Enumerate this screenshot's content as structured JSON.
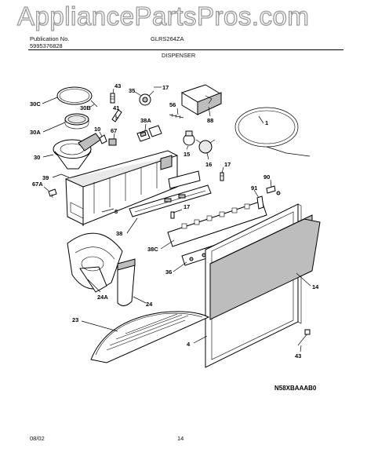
{
  "watermark": "AppliancePartsPros.com",
  "header": {
    "publication_label": "Publication No.",
    "publication_no": "5995376828",
    "model": "GLRS264ZA",
    "section": "DISPENSER"
  },
  "diagram": {
    "code": "N58XBAAAB0",
    "labels": {
      "l43a": "43",
      "l17a": "17",
      "l35": "35",
      "l56": "56",
      "l88": "88",
      "l1": "1",
      "l30c": "30C",
      "l30b": "30B",
      "l41": "41",
      "l38a": "38A",
      "l30a": "30A",
      "l10": "10",
      "l67": "67",
      "l15": "15",
      "l16": "16",
      "l30": "30",
      "l17b": "17",
      "l39": "39",
      "l90": "90",
      "l67a": "67A",
      "l91": "91",
      "l8": "8",
      "l17c": "17",
      "l38": "38",
      "l38c": "38C",
      "l36": "36",
      "l14": "14",
      "l24a": "24A",
      "l24": "24",
      "l23": "23",
      "l4": "4",
      "l43b": "43"
    }
  },
  "footer": {
    "date": "08/02",
    "page": "14"
  }
}
